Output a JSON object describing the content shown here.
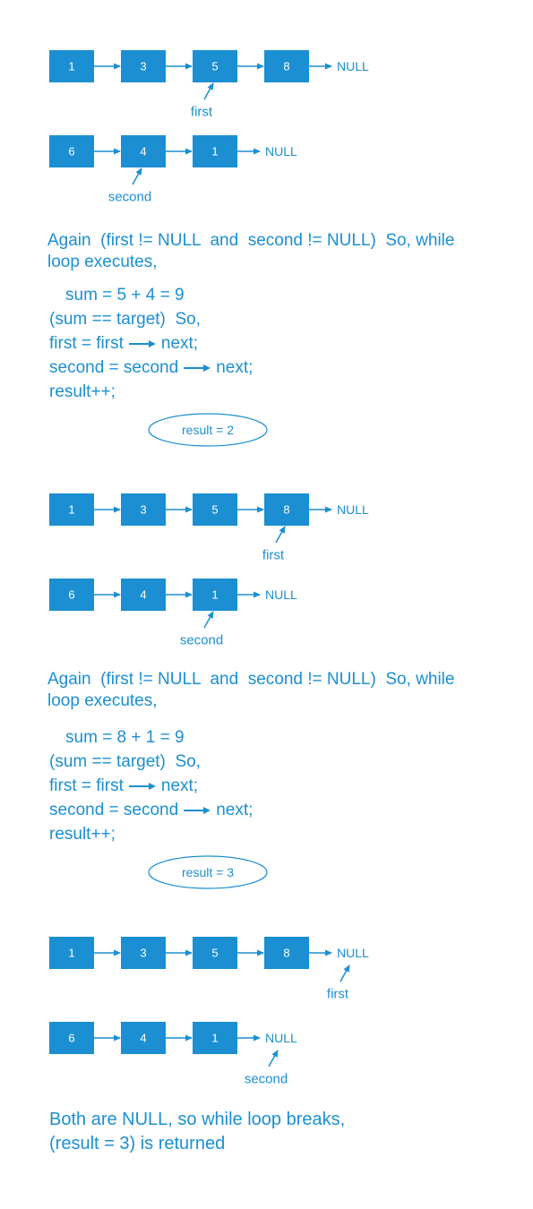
{
  "colors": {
    "node_fill": "#1b8fd2",
    "node_text": "#ffffff",
    "line": "#1b8fd2",
    "text": "#1b8fd2"
  },
  "null_label": "NULL",
  "steps": [
    {
      "list1": [
        "1",
        "3",
        "5",
        "8"
      ],
      "list2": [
        "6",
        "4",
        "1"
      ],
      "first_pointer": {
        "label": "first",
        "target": 2
      },
      "second_pointer": {
        "label": "second",
        "target": 1
      }
    },
    {
      "list1": [
        "1",
        "3",
        "5",
        "8"
      ],
      "list2": [
        "6",
        "4",
        "1"
      ],
      "first_pointer": {
        "label": "first",
        "target": 3
      },
      "second_pointer": {
        "label": "second",
        "target": 2
      }
    },
    {
      "list1": [
        "1",
        "3",
        "5",
        "8"
      ],
      "list2": [
        "6",
        "4",
        "1"
      ],
      "first_pointer": {
        "label": "first",
        "target": "null"
      },
      "second_pointer": {
        "label": "second",
        "target": "null"
      }
    }
  ],
  "explanations": [
    {
      "condition_line1": "Again  (first != NULL  and  second != NULL)  So, while",
      "condition_line2": "loop executes,",
      "sum": "sum = 5 + 4 = 9",
      "check": "(sum == target)  So,",
      "first_prefix": "first = first",
      "first_suffix": "next;",
      "second_prefix": "second = second",
      "second_suffix": "next;",
      "increment": "result++;",
      "result": "result = 2"
    },
    {
      "condition_line1": "Again  (first != NULL  and  second != NULL)  So, while",
      "condition_line2": "loop executes,",
      "sum": "sum = 8 + 1 = 9",
      "check": "(sum == target)  So,",
      "first_prefix": "first = first",
      "first_suffix": "next;",
      "second_prefix": "second = second",
      "second_suffix": "next;",
      "increment": "result++;",
      "result": "result = 3"
    }
  ],
  "conclusion": {
    "line1": "Both are NULL, so while loop breaks,",
    "line2": "(result = 3) is returned"
  }
}
